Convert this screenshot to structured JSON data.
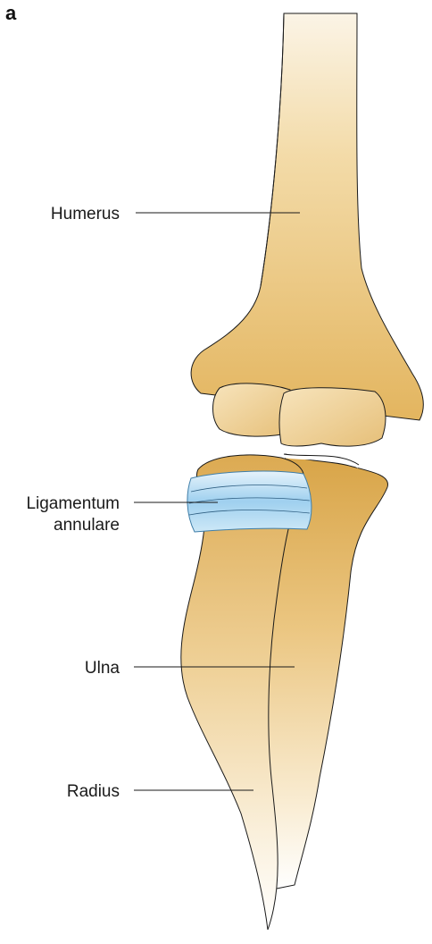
{
  "panel_letter": "a",
  "labels": {
    "humerus": "Humerus",
    "lig_line1": "Ligamentum",
    "lig_line2": "annulare",
    "ulna": "Ulna",
    "radius": "Radius"
  }
}
